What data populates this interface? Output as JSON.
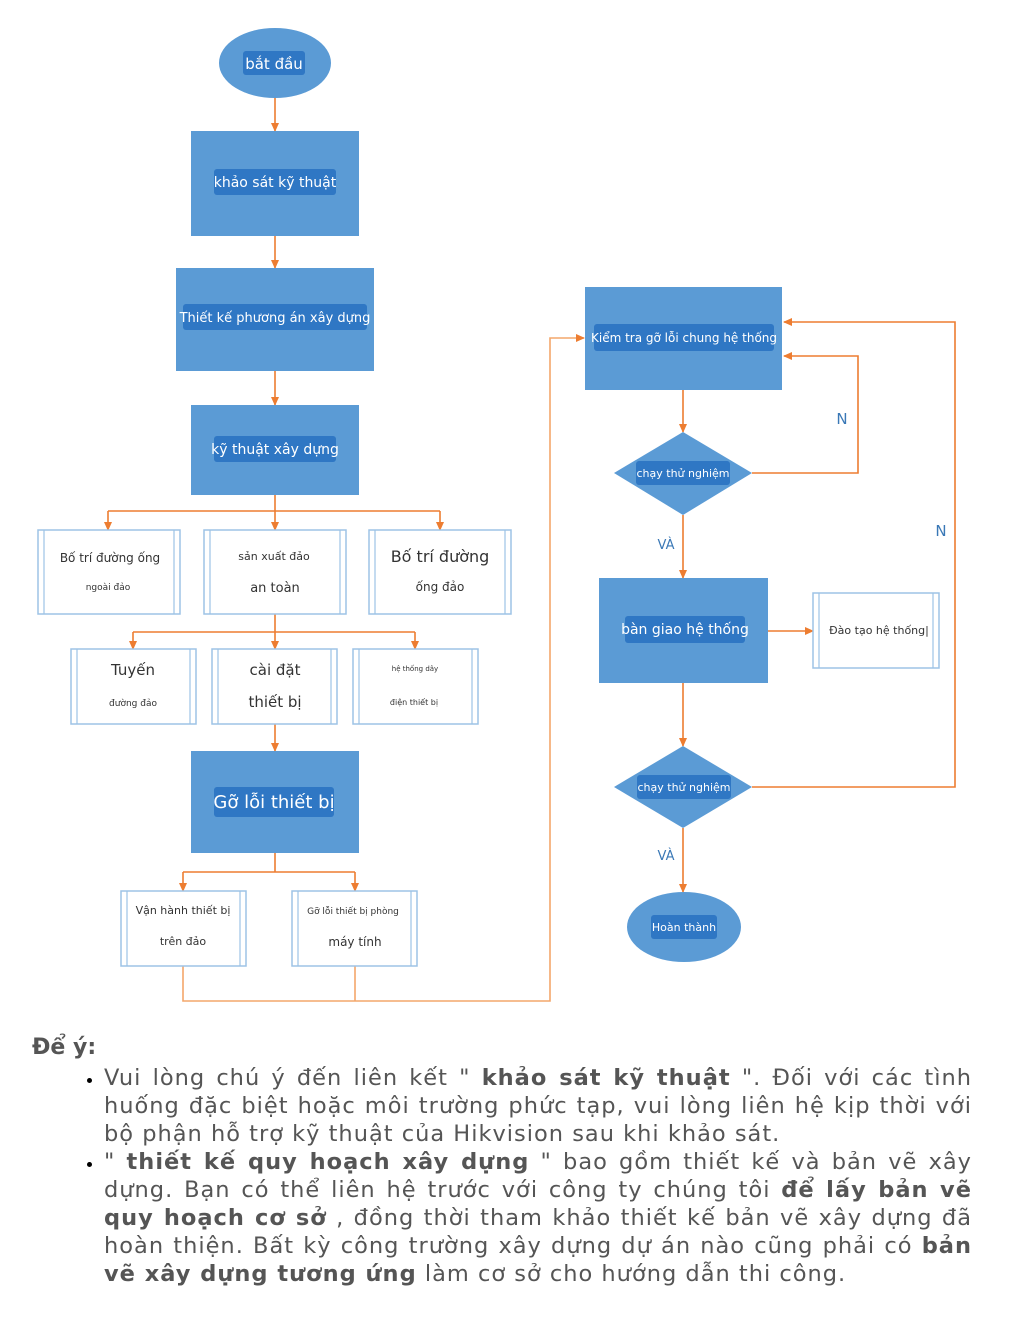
{
  "diagram": {
    "nodes": {
      "start": "bắt đầu",
      "survey": "khảo sát kỹ thuật",
      "design": "Thiết kế phương án xây dựng",
      "construction": "kỹ thuật xây dựng",
      "pipe_outside_line1": "Bố trí đường ống",
      "pipe_outside_line2": "ngoài đảo",
      "safe_island_line1": "sản xuất đảo",
      "safe_island_line2": "an toàn",
      "pipe_island_line1": "Bố trí đường",
      "pipe_island_line2": "ống đảo",
      "route_line1": "Tuyến",
      "route_line2": "đường đảo",
      "install_line1": "cài đặt",
      "install_line2": "thiết bị",
      "wiring_line1": "hệ thống dây",
      "wiring_line2": "điện thiết bị",
      "debug": "Gỡ lỗi thiết bị",
      "operate_line1": "Vận hành thiết bị",
      "operate_line2": "trên đảo",
      "debug_room_line1": "Gỡ lỗi thiết bị phòng",
      "debug_room_line2": "máy tính",
      "system_check": "Kiểm tra gỡ lỗi chung hệ thống",
      "trial1": "chạy thử nghiệm",
      "handover": "bàn giao hệ thống",
      "training": "Đào tạo hệ thống|",
      "trial2": "chạy thử nghiệm",
      "finish": "Hoàn thành"
    },
    "edge_labels": {
      "no1": "N",
      "yes1": "VÀ",
      "no2": "N",
      "yes2": "VÀ"
    }
  },
  "notes": {
    "title": "Để ý:",
    "item1": {
      "pre": "Vui lòng chú ý đến liên kết \" ",
      "bold": "khảo sát kỹ thuật",
      "post": " \". Đối với các tình huống đặc biệt hoặc môi trường phức tạp, vui lòng liên hệ kịp thời với bộ phận hỗ trợ kỹ thuật của Hikvision sau khi khảo sát."
    },
    "item2": {
      "pre": "\" ",
      "bold1": "thiết kế quy hoạch xây dựng",
      "mid1": " \" bao gồm thiết kế và bản vẽ xây dựng. Bạn có thể liên hệ trước với công ty chúng tôi ",
      "bold2": "để lấy bản vẽ quy hoạch cơ sở",
      "mid2": " , đồng thời tham khảo thiết kế bản vẽ xây dựng đã hoàn thiện. Bất kỳ công trường xây dựng dự án nào cũng phải có ",
      "bold3": "bản vẽ xây dựng tương ứng",
      "post": " làm cơ sở cho hướng dẫn thi công."
    }
  },
  "colors": {
    "box_fill": "#5b9bd5",
    "label_fill": "#2f77c4",
    "connector": "#ed7d31",
    "loop_connector": "#f4a76b",
    "white_box_border": "#9dc3e6"
  }
}
